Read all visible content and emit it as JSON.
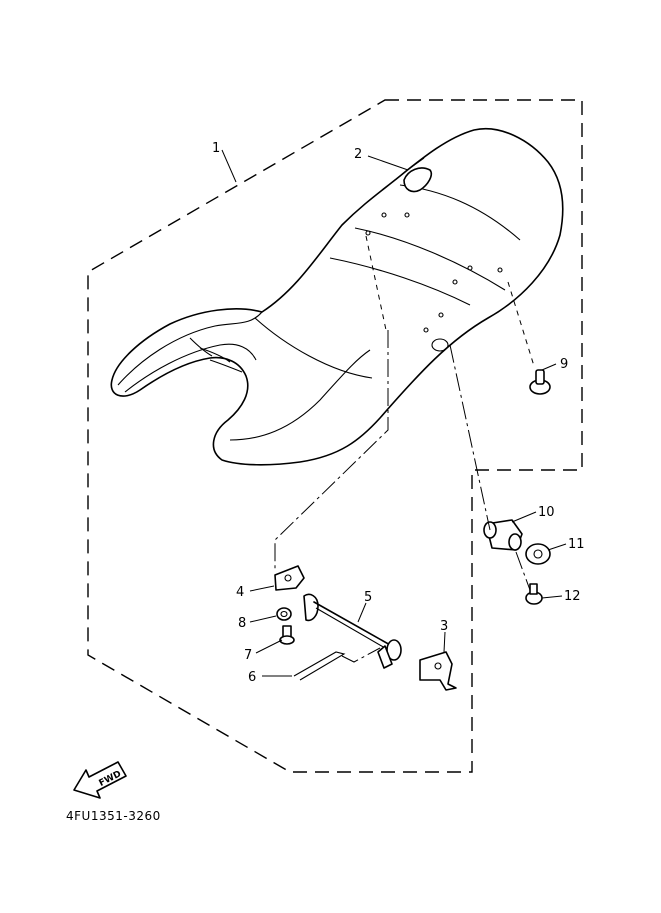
{
  "diagram": {
    "part_code": "4FU1351-3260",
    "fwd_label": "FWD",
    "callouts": [
      {
        "id": "1",
        "label": "1"
      },
      {
        "id": "2",
        "label": "2"
      },
      {
        "id": "3",
        "label": "3"
      },
      {
        "id": "4",
        "label": "4"
      },
      {
        "id": "5",
        "label": "5"
      },
      {
        "id": "6",
        "label": "6"
      },
      {
        "id": "7",
        "label": "7"
      },
      {
        "id": "8",
        "label": "8"
      },
      {
        "id": "9",
        "label": "9"
      },
      {
        "id": "10",
        "label": "10"
      },
      {
        "id": "11",
        "label": "11"
      },
      {
        "id": "12",
        "label": "12"
      }
    ]
  }
}
